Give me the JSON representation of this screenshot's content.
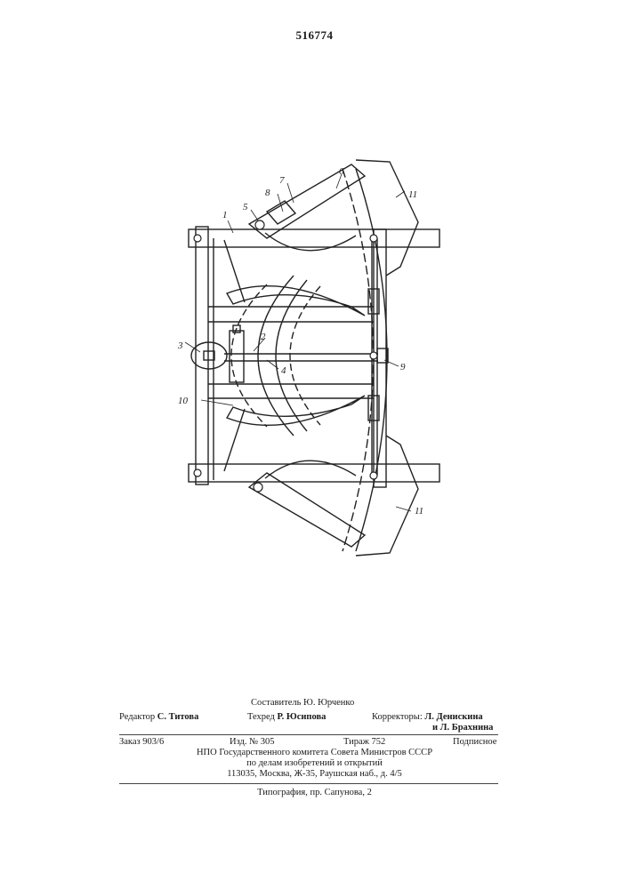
{
  "patent_number": "516774",
  "figure_labels": {
    "l1": "1",
    "l2": "2",
    "l3": "3",
    "l4": "4",
    "l5": "5",
    "l6": "6",
    "l7": "7",
    "l8": "8",
    "l9": "9",
    "l10": "10",
    "l11a": "11",
    "l11b": "11"
  },
  "imprint": {
    "compiler": "Составитель Ю. Юрченко",
    "editor_label": "Редактор",
    "editor_name": "С. Титова",
    "techred_label": "Техред",
    "techred_name": "Р. Юсипова",
    "proof_label": "Корректоры:",
    "proof_name1": "Л. Денискина",
    "proof_name2": "и Л. Брахнина",
    "order": "Заказ 903/6",
    "edition_no": "Изд. № 305",
    "print_run": "Тираж 752",
    "subscription": "Подписное",
    "org_line1": "НПО Государственного комитета Совета Министров СССР",
    "org_line2": "по делам изобретений и открытий",
    "address": "113035, Москва, Ж-35, Раушская наб., д. 4/5",
    "printer": "Типография, пр. Сапунова, 2"
  }
}
